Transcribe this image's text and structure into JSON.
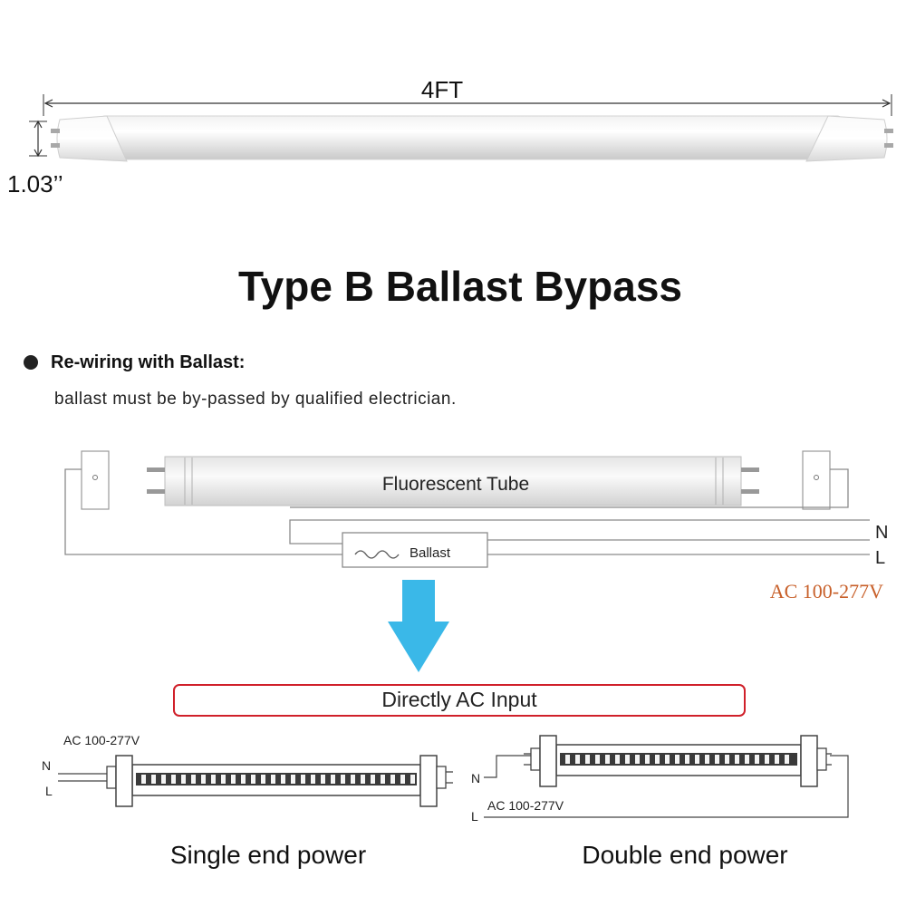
{
  "product": {
    "length_label": "4FT",
    "diameter_label": "1.03’’"
  },
  "title": "Type B Ballast Bypass",
  "rewiring": {
    "heading": "Re-wiring with  Ballast:",
    "note": "ballast must be by-passed by qualified electrician."
  },
  "old_wiring": {
    "tube_label": "Fluorescent Tube",
    "ballast_label": "Ballast",
    "neutral_label": "N",
    "line_label": "L",
    "voltage_label": "AC  100-277V"
  },
  "direct_input_label": "Directly AC Input",
  "single_end": {
    "voltage_label": "AC 100-277V",
    "neutral_label": "N",
    "line_label": "L",
    "caption": "Single end power"
  },
  "double_end": {
    "voltage_label": "AC 100-277V",
    "neutral_label": "N",
    "line_label": "L",
    "caption": "Double end power"
  },
  "colors": {
    "arrow": "#3ab8e8",
    "input_box_border": "#d0202a",
    "voltage_text": "#c8602a"
  }
}
